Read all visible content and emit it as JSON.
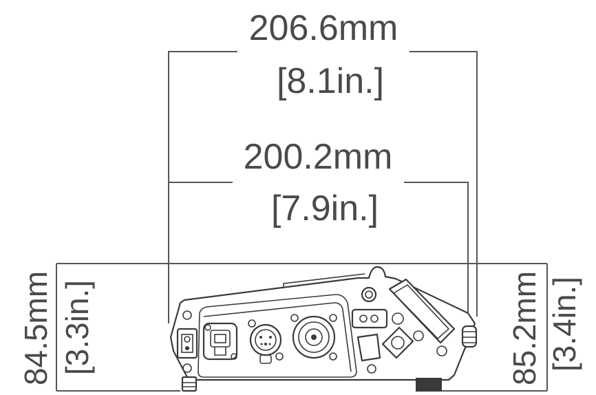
{
  "dimensions": {
    "overall_width_mm": "206.6mm",
    "overall_width_in": "[8.1in.]",
    "body_width_mm": "200.2mm",
    "body_width_in": "[7.9in.]",
    "left_height_mm": "84.5mm",
    "left_height_in": "[3.3in.]",
    "right_height_mm": "85.2mm",
    "right_height_in": "[3.4in.]"
  },
  "colors": {
    "text": "#4a4a4a",
    "lines": "#555555",
    "device": "#3a3a3a"
  }
}
